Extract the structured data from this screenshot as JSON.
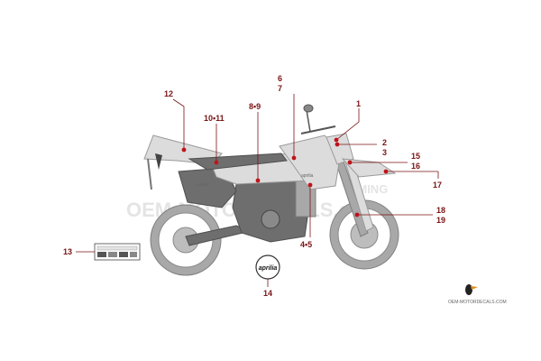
{
  "watermark": {
    "big": "OEM-MOTORDECALS.com",
    "small": "OEM-MOTORDECALS.COM",
    "stamp": "TAMING"
  },
  "logo_badge": "aprilia",
  "tank_decal": "aprilia",
  "callouts": [
    {
      "id": "c1",
      "text": "1"
    },
    {
      "id": "c2",
      "text": "2"
    },
    {
      "id": "c3",
      "text": "3"
    },
    {
      "id": "c4_5",
      "text": "4•5"
    },
    {
      "id": "c6",
      "text": "6"
    },
    {
      "id": "c7",
      "text": "7"
    },
    {
      "id": "c8_9",
      "text": "8•9"
    },
    {
      "id": "c10_11",
      "text": "10•11"
    },
    {
      "id": "c12",
      "text": "12"
    },
    {
      "id": "c13",
      "text": "13"
    },
    {
      "id": "c14",
      "text": "14"
    },
    {
      "id": "c15",
      "text": "15"
    },
    {
      "id": "c16",
      "text": "16"
    },
    {
      "id": "c17",
      "text": "17"
    },
    {
      "id": "c18",
      "text": "18"
    },
    {
      "id": "c19",
      "text": "19"
    }
  ],
  "colors": {
    "callout": "#7a1414",
    "dot": "#c0141a",
    "bike": "#dcdcdc"
  }
}
